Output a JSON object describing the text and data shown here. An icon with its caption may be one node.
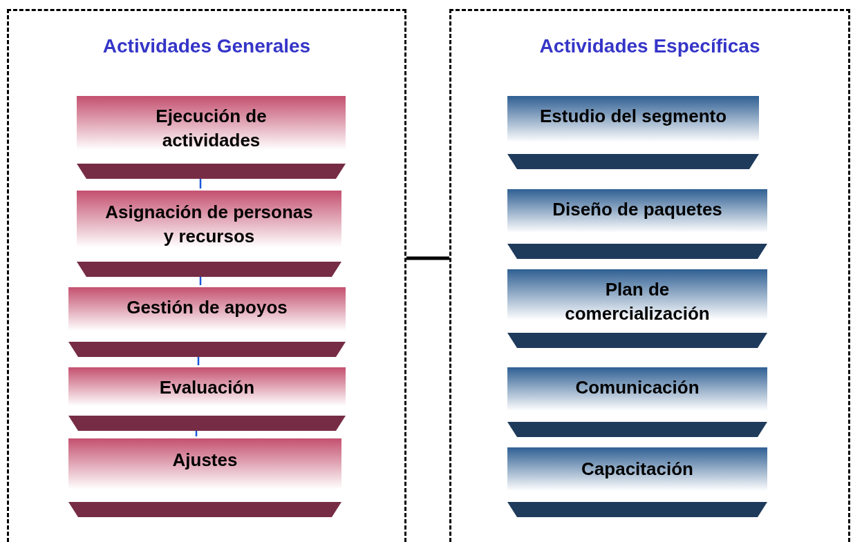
{
  "diagram": {
    "nodes": [
      {
        "text": [
          "Actividades Generales"
        ]
      },
      {
        "text": [
          "Ejecución de actividades"
        ],
        "in": 0
      },
      {
        "text": [
          "Asignación de personas y recursos"
        ],
        "in": 0
      },
      {
        "text": [
          "Gestión de apoyos"
        ],
        "in": 0
      },
      {
        "text": [
          "Evaluación"
        ],
        "in": 0
      },
      {
        "text": [
          "Ajustes"
        ],
        "in": 0
      },
      {
        "text": [
          "Actividades Específicas"
        ]
      },
      {
        "text": [
          "Estudio del segmento"
        ],
        "in": 6
      },
      {
        "text": [
          "Diseño de paquetes"
        ],
        "in": 6
      },
      {
        "text": [
          "Plan de comercialización"
        ],
        "in": 6
      },
      {
        "text": [
          "Comunicación"
        ],
        "in": 6
      },
      {
        "text": [
          "Capacitación"
        ],
        "in": 6
      }
    ],
    "edges": [
      {
        "from": 1,
        "to": 2,
        "arrow": "none",
        "color": "#1a56db"
      },
      {
        "from": 2,
        "to": 3,
        "arrow": "none",
        "color": "#1a56db"
      },
      {
        "from": 3,
        "to": 4,
        "arrow": "none",
        "color": "#1a56db"
      },
      {
        "from": 4,
        "to": 5,
        "arrow": "none",
        "color": "#1a56db"
      },
      {
        "from": 0,
        "to": 6,
        "arrow": "none",
        "style": "thick",
        "color": "#000000"
      }
    ]
  }
}
